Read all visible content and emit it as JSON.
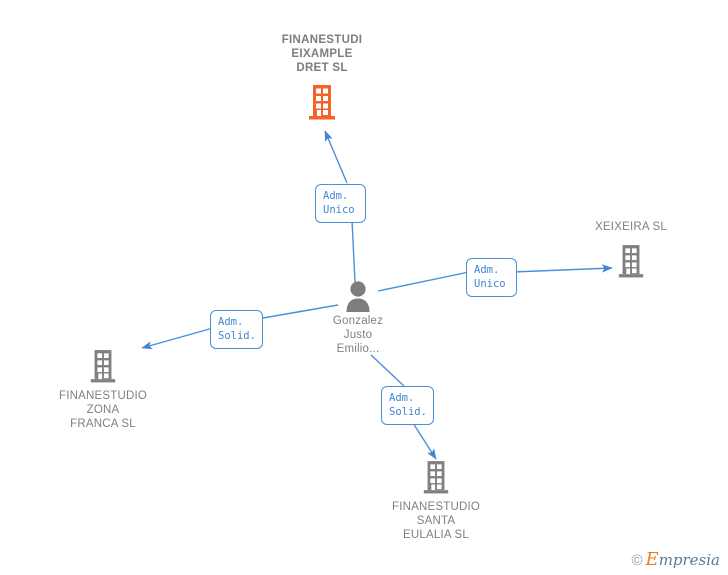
{
  "diagram": {
    "title": "Empresia company relationship network",
    "colors": {
      "edge": "#4a90d9",
      "label_border": "#4a90d9",
      "label_text": "#3f86d0",
      "company_gray": "#808080",
      "company_orange": "#f4622a",
      "person_gray": "#7d7d7d",
      "text_gray": "#808080",
      "background": "#ffffff"
    },
    "nodes": [
      {
        "id": "finanestudi-eixample",
        "label": "FINANESTUDI\nEIXAMPLE\nDRET  SL",
        "icon": "building-icon",
        "icon_color": "#f4622a",
        "label_position": "above"
      },
      {
        "id": "xeixeira",
        "label": "XEIXEIRA SL",
        "icon": "building-icon",
        "icon_color": "#808080",
        "label_position": "above"
      },
      {
        "id": "person-gonzalez",
        "label": "Gonzalez\nJusto\nEmilio...",
        "icon": "person-icon",
        "icon_color": "#7d7d7d",
        "label_position": "below"
      },
      {
        "id": "finanestudio-zona-franca",
        "label": "FINANESTUDIO\nZONA\nFRANCA SL",
        "icon": "building-icon",
        "icon_color": "#808080",
        "label_position": "below"
      },
      {
        "id": "finanestudio-santa-eulalia",
        "label": "FINANESTUDIO\nSANTA\nEULALIA SL",
        "icon": "building-icon",
        "icon_color": "#808080",
        "label_position": "below"
      }
    ],
    "edges": [
      {
        "id": "edge-eixample",
        "from": "person-gonzalez",
        "to": "finanestudi-eixample",
        "label": "Adm.\nUnico"
      },
      {
        "id": "edge-xeixeira",
        "from": "person-gonzalez",
        "to": "xeixeira",
        "label": "Adm.\nUnico"
      },
      {
        "id": "edge-zona-franca",
        "from": "person-gonzalez",
        "to": "finanestudio-zona-franca",
        "label": "Adm.\nSolid."
      },
      {
        "id": "edge-santa-eulalia",
        "from": "person-gonzalez",
        "to": "finanestudio-santa-eulalia",
        "label": "Adm.\nSolid."
      }
    ]
  },
  "watermark": {
    "copyright": "©",
    "brand_initial": "E",
    "brand_rest": "mpresia"
  }
}
